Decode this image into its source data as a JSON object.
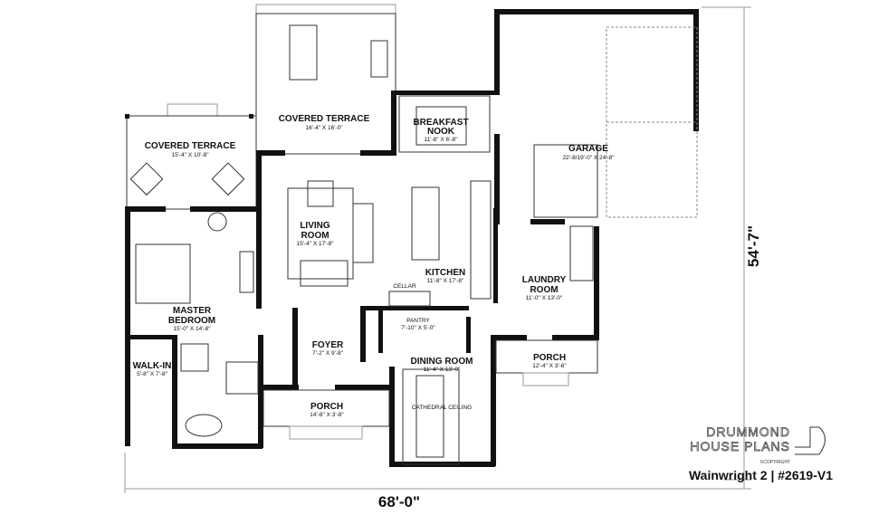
{
  "rooms": {
    "covered_terrace_top": {
      "name": "COVERED TERRACE",
      "size": "16'-4\" X 16'-0\""
    },
    "covered_terrace_left": {
      "name": "COVERED TERRACE",
      "size": "15'-4\" X 10'-8\""
    },
    "breakfast_nook": {
      "name1": "BREAKFAST",
      "name2": "NOOK",
      "size": "11'-8\" X 6'-8\""
    },
    "garage": {
      "name": "GARAGE",
      "size": "22'-8/19'-0\" X 24'-8\""
    },
    "living_room": {
      "name1": "LIVING",
      "name2": "ROOM",
      "size": "15'-4\" X 17'-8\""
    },
    "kitchen": {
      "name": "KITCHEN",
      "size": "11'-8\" X 17'-8\""
    },
    "cellar": {
      "name": "CELLAR"
    },
    "pantry": {
      "name": "PANTRY",
      "size": "7'-10\" X 5'-0\""
    },
    "laundry_room": {
      "name1": "LAUNDRY",
      "name2": "ROOM",
      "size": "11'-0\" X 13'-0\""
    },
    "master_bedroom": {
      "name1": "MASTER",
      "name2": "BEDROOM",
      "size": "15'-0\" X 14'-8\""
    },
    "walk_in": {
      "name": "WALK-IN",
      "size": "5'-8\" X 7'-8\""
    },
    "foyer": {
      "name": "FOYER",
      "size": "7'-2\" X 9'-8\""
    },
    "porch_right": {
      "name": "PORCH",
      "size": "12'-4\" X 3'-6\""
    },
    "dining_room": {
      "name": "DINING ROOM",
      "size": "11'-4\" X 13'-0\"",
      "note": "CATHEDRAL CEILING"
    },
    "porch_bottom": {
      "name": "PORCH",
      "size": "14'-8\" X 3'-8\""
    }
  },
  "dimensions": {
    "depth": "54'-7\"",
    "width": "68'-0\""
  },
  "branding": {
    "line1": "DRUMMOND",
    "line2": "HOUSE PLANS",
    "copyright": "©COPYRIGHT",
    "plan_name": "Wainwright 2 | #2619-V1"
  }
}
